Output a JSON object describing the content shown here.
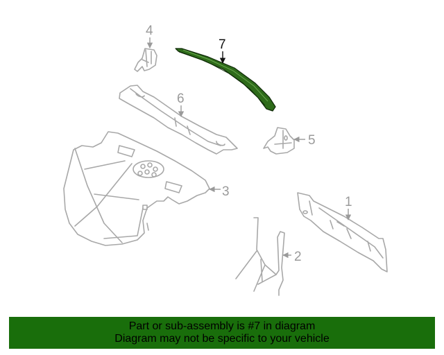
{
  "diagram": {
    "highlighted_part": "7",
    "highlight_color": "#2e6b1a",
    "part_color": "#a8a8a8",
    "callouts": [
      {
        "id": "1",
        "label": "1"
      },
      {
        "id": "2",
        "label": "2"
      },
      {
        "id": "3",
        "label": "3"
      },
      {
        "id": "4",
        "label": "4"
      },
      {
        "id": "5",
        "label": "5"
      },
      {
        "id": "6",
        "label": "6"
      },
      {
        "id": "7",
        "label": "7"
      }
    ]
  },
  "banner": {
    "background": "#196e0b",
    "line1": "Part or sub-assembly is #7 in diagram",
    "line2": "Diagram may not be specific to your vehicle"
  }
}
